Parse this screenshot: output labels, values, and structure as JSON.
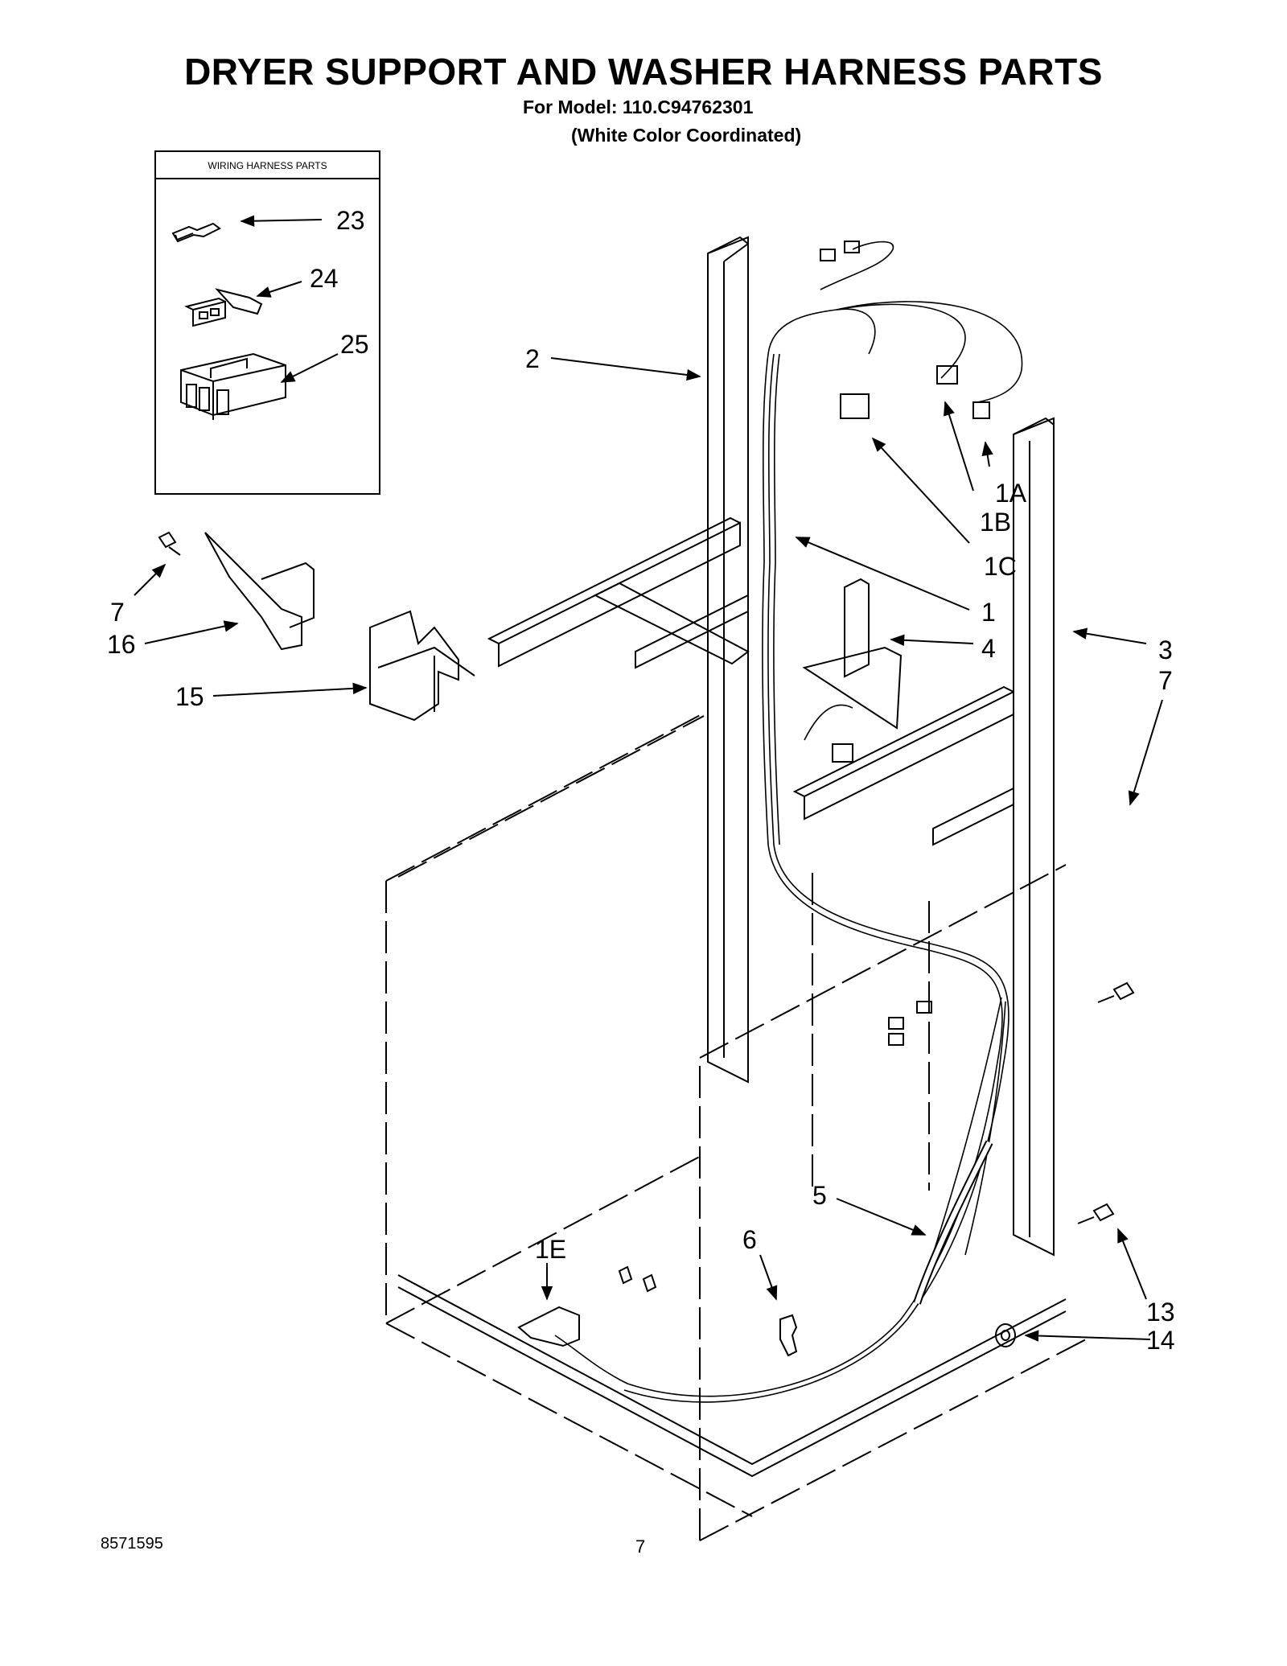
{
  "page": {
    "title": "DRYER SUPPORT AND WASHER HARNESS PARTS",
    "model_line": "For Model: 110.C94762301",
    "color_line": "(White Color Coordinated)",
    "doc_number": "8571595",
    "page_number": "7"
  },
  "inset": {
    "title": "WIRING HARNESS PARTS"
  },
  "callouts": {
    "c23": "23",
    "c24": "24",
    "c25": "25",
    "c2": "2",
    "c1A": "1A",
    "c1B": "1B",
    "c1C": "1C",
    "c1": "1",
    "c4": "4",
    "c3": "3",
    "c7r": "7",
    "c7l": "7",
    "c16": "16",
    "c15": "15",
    "c5": "5",
    "c6": "6",
    "c1E": "1E",
    "c13": "13",
    "c14": "14"
  }
}
